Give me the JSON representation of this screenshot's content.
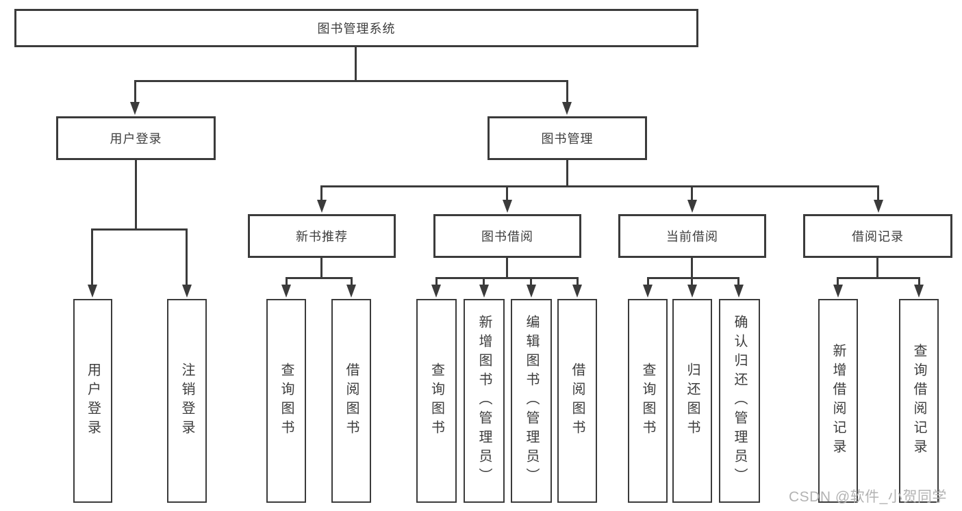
{
  "diagram": {
    "title_hint": "functional structure chart",
    "root": {
      "label": "图书管理系统"
    },
    "user_login": {
      "label": "用户登录",
      "children": [
        {
          "label": "用户登录"
        },
        {
          "label": "注销登录"
        }
      ]
    },
    "book_management": {
      "label": "图书管理",
      "children": [
        {
          "label": "新书推荐",
          "children": [
            {
              "label": "查询图书"
            },
            {
              "label": "借阅图书"
            }
          ]
        },
        {
          "label": "图书借阅",
          "children": [
            {
              "label": "查询图书"
            },
            {
              "label": "新增图书（管理员）"
            },
            {
              "label": "编辑图书（管理员）"
            },
            {
              "label": "借阅图书"
            }
          ]
        },
        {
          "label": "当前借阅",
          "children": [
            {
              "label": "查询图书"
            },
            {
              "label": "归还图书"
            },
            {
              "label": "确认归还（管理员）"
            }
          ]
        },
        {
          "label": "借阅记录",
          "children": [
            {
              "label": "新增借阅记录"
            },
            {
              "label": "查询借阅记录"
            }
          ]
        }
      ]
    }
  },
  "watermark": "CSDN @软件_小贺同学",
  "colors": {
    "line": "#3b3b3b",
    "text": "#3d3d3d",
    "watermark": "#b3b3b3",
    "background": "#ffffff"
  }
}
